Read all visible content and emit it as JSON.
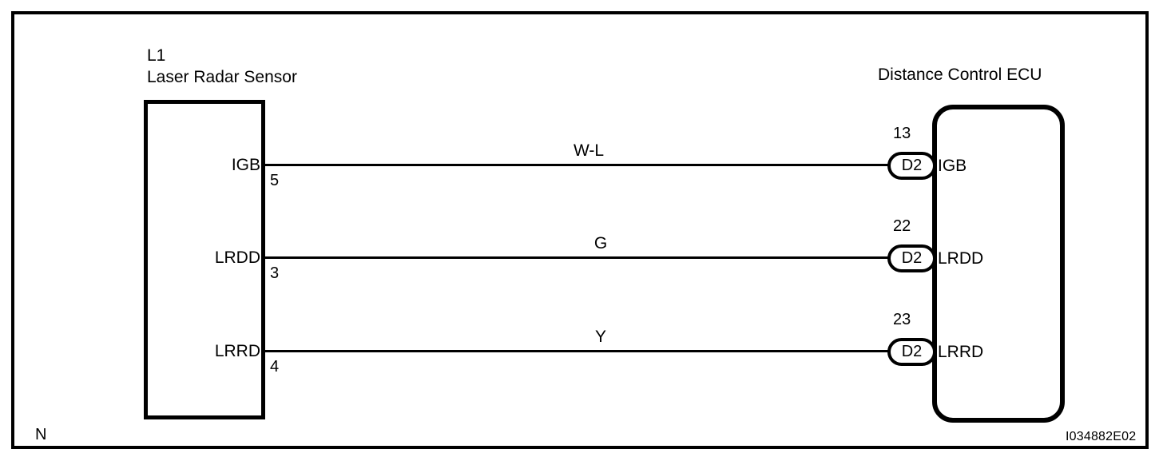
{
  "figure": {
    "reference_id": "I034882E02",
    "orientation_mark": "N"
  },
  "left_component": {
    "id": "L1",
    "name": "Laser Radar Sensor",
    "terminals": [
      {
        "label": "IGB",
        "pin": "5"
      },
      {
        "label": "LRDD",
        "pin": "3"
      },
      {
        "label": "LRRD",
        "pin": "4"
      }
    ]
  },
  "right_component": {
    "name": "Distance Control ECU",
    "terminals": [
      {
        "label": "IGB",
        "pin": "13",
        "connector": "D2"
      },
      {
        "label": "LRDD",
        "pin": "22",
        "connector": "D2"
      },
      {
        "label": "LRRD",
        "pin": "23",
        "connector": "D2"
      }
    ]
  },
  "wires": [
    {
      "color_code": "W-L",
      "from": "IGB",
      "to": "IGB"
    },
    {
      "color_code": "G",
      "from": "LRDD",
      "to": "LRDD"
    },
    {
      "color_code": "Y",
      "from": "LRRD",
      "to": "LRRD"
    }
  ]
}
